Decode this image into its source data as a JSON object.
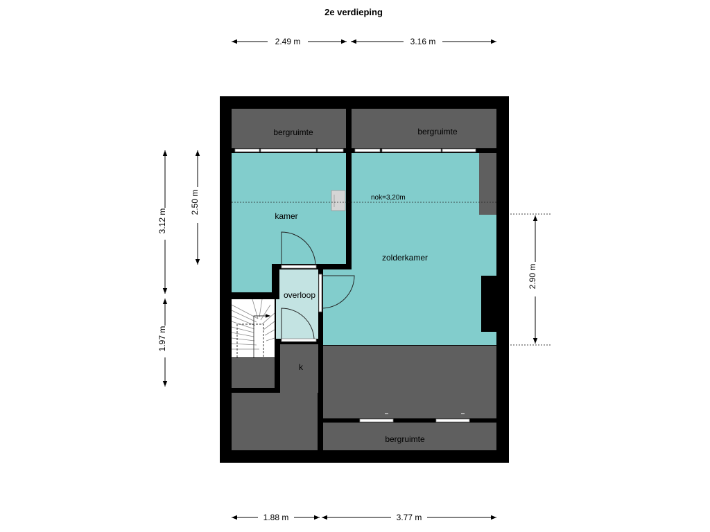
{
  "title": "2e verdieping",
  "dimensions": {
    "top_left": "2.49 m",
    "top_right": "3.16 m",
    "bottom_left": "1.88 m",
    "bottom_right": "3.77 m",
    "left_outer_upper": "3.12 m",
    "left_outer_lower": "1.97 m",
    "left_inner": "2.50 m",
    "right": "2.90 m"
  },
  "rooms": {
    "storage_top_left": "bergruimte",
    "storage_top_right": "bergruimte",
    "storage_bottom": "bergruimte",
    "bedroom": "kamer",
    "attic_room": "zolderkamer",
    "landing": "overloop",
    "closet": "k"
  },
  "ridge_label": "nok=3,20m",
  "colors": {
    "wall": "#000000",
    "room_fill": "#82cdcc",
    "landing_fill": "#c3e3e2",
    "storage_fill": "#5f5f5f",
    "stair_fill": "#ffffff"
  }
}
